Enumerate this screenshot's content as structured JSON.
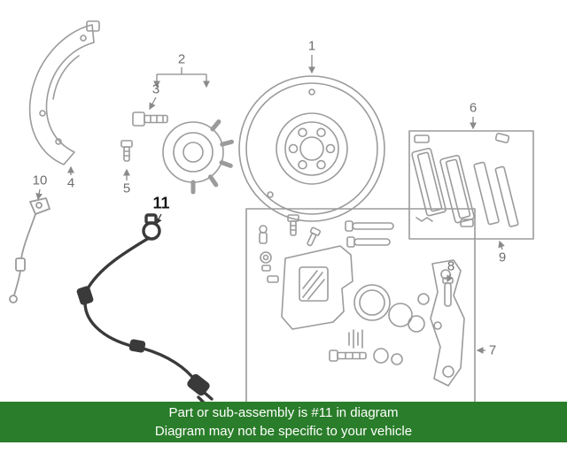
{
  "diagram": {
    "callouts": [
      {
        "id": "1",
        "label": "1",
        "highlighted": false
      },
      {
        "id": "2",
        "label": "2",
        "highlighted": false
      },
      {
        "id": "3",
        "label": "3",
        "highlighted": false
      },
      {
        "id": "4",
        "label": "4",
        "highlighted": false
      },
      {
        "id": "5",
        "label": "5",
        "highlighted": false
      },
      {
        "id": "6",
        "label": "6",
        "highlighted": false
      },
      {
        "id": "7",
        "label": "7",
        "highlighted": false
      },
      {
        "id": "8",
        "label": "8",
        "highlighted": false
      },
      {
        "id": "9",
        "label": "9",
        "highlighted": false
      },
      {
        "id": "10",
        "label": "10",
        "highlighted": false
      },
      {
        "id": "11",
        "label": "11",
        "highlighted": true
      }
    ],
    "highlighted_part": "11",
    "colors": {
      "line": "#9b9b9b",
      "leader": "#8a8a8a",
      "highlight": "#3a3a3a",
      "label_text": "#6e6e6e",
      "highlight_label_text": "#141414"
    }
  },
  "banner": {
    "line1": "Part or sub-assembly is #11 in diagram",
    "line2": "Diagram may not be specific to your vehicle",
    "background": "#2a7d2a",
    "text_color": "#ffffff"
  }
}
